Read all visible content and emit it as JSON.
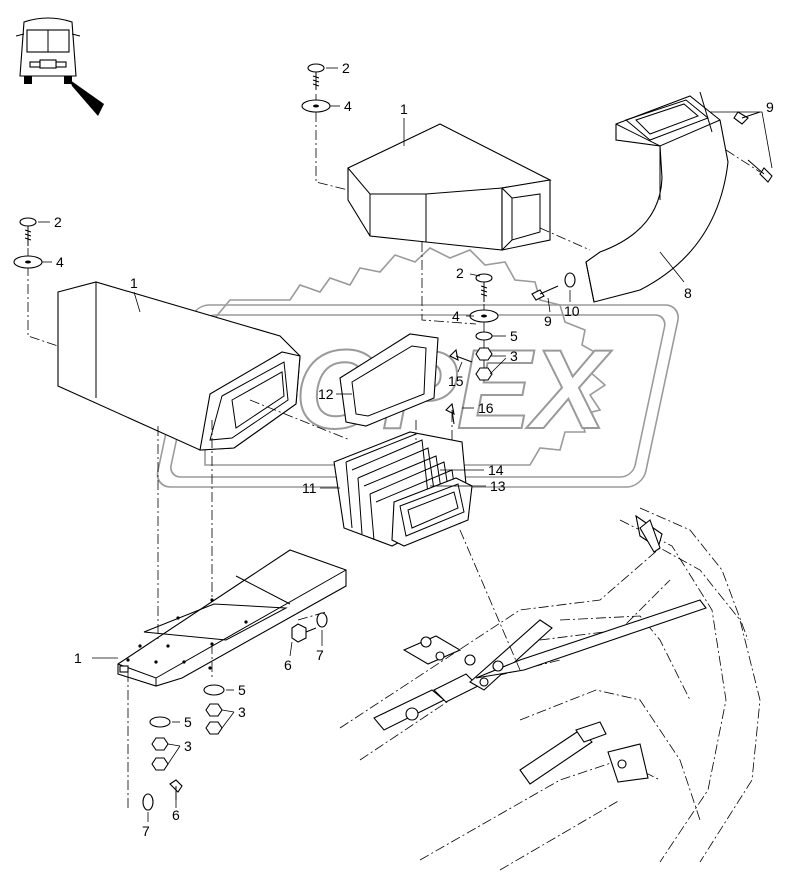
{
  "watermark_text": "OPEX",
  "callouts": [
    {
      "id": "c1",
      "text": "2"
    },
    {
      "id": "c2",
      "text": "4"
    },
    {
      "id": "c3",
      "text": "1"
    },
    {
      "id": "c4",
      "text": "9"
    },
    {
      "id": "c5",
      "text": "2"
    },
    {
      "id": "c6",
      "text": "4"
    },
    {
      "id": "c7",
      "text": "1"
    },
    {
      "id": "c8",
      "text": "2"
    },
    {
      "id": "c9",
      "text": "10"
    },
    {
      "id": "c10",
      "text": "8"
    },
    {
      "id": "c11",
      "text": "4"
    },
    {
      "id": "c12",
      "text": "9"
    },
    {
      "id": "c13",
      "text": "5"
    },
    {
      "id": "c14",
      "text": "3"
    },
    {
      "id": "c15",
      "text": "15"
    },
    {
      "id": "c16",
      "text": "12"
    },
    {
      "id": "c17",
      "text": "16"
    },
    {
      "id": "c18",
      "text": "14"
    },
    {
      "id": "c19",
      "text": "11"
    },
    {
      "id": "c20",
      "text": "13"
    },
    {
      "id": "c21",
      "text": "1"
    },
    {
      "id": "c22",
      "text": "6"
    },
    {
      "id": "c23",
      "text": "7"
    },
    {
      "id": "c24",
      "text": "5"
    },
    {
      "id": "c25",
      "text": "3"
    },
    {
      "id": "c26",
      "text": "5"
    },
    {
      "id": "c27",
      "text": "3"
    },
    {
      "id": "c28",
      "text": "7"
    },
    {
      "id": "c29",
      "text": "6"
    }
  ]
}
